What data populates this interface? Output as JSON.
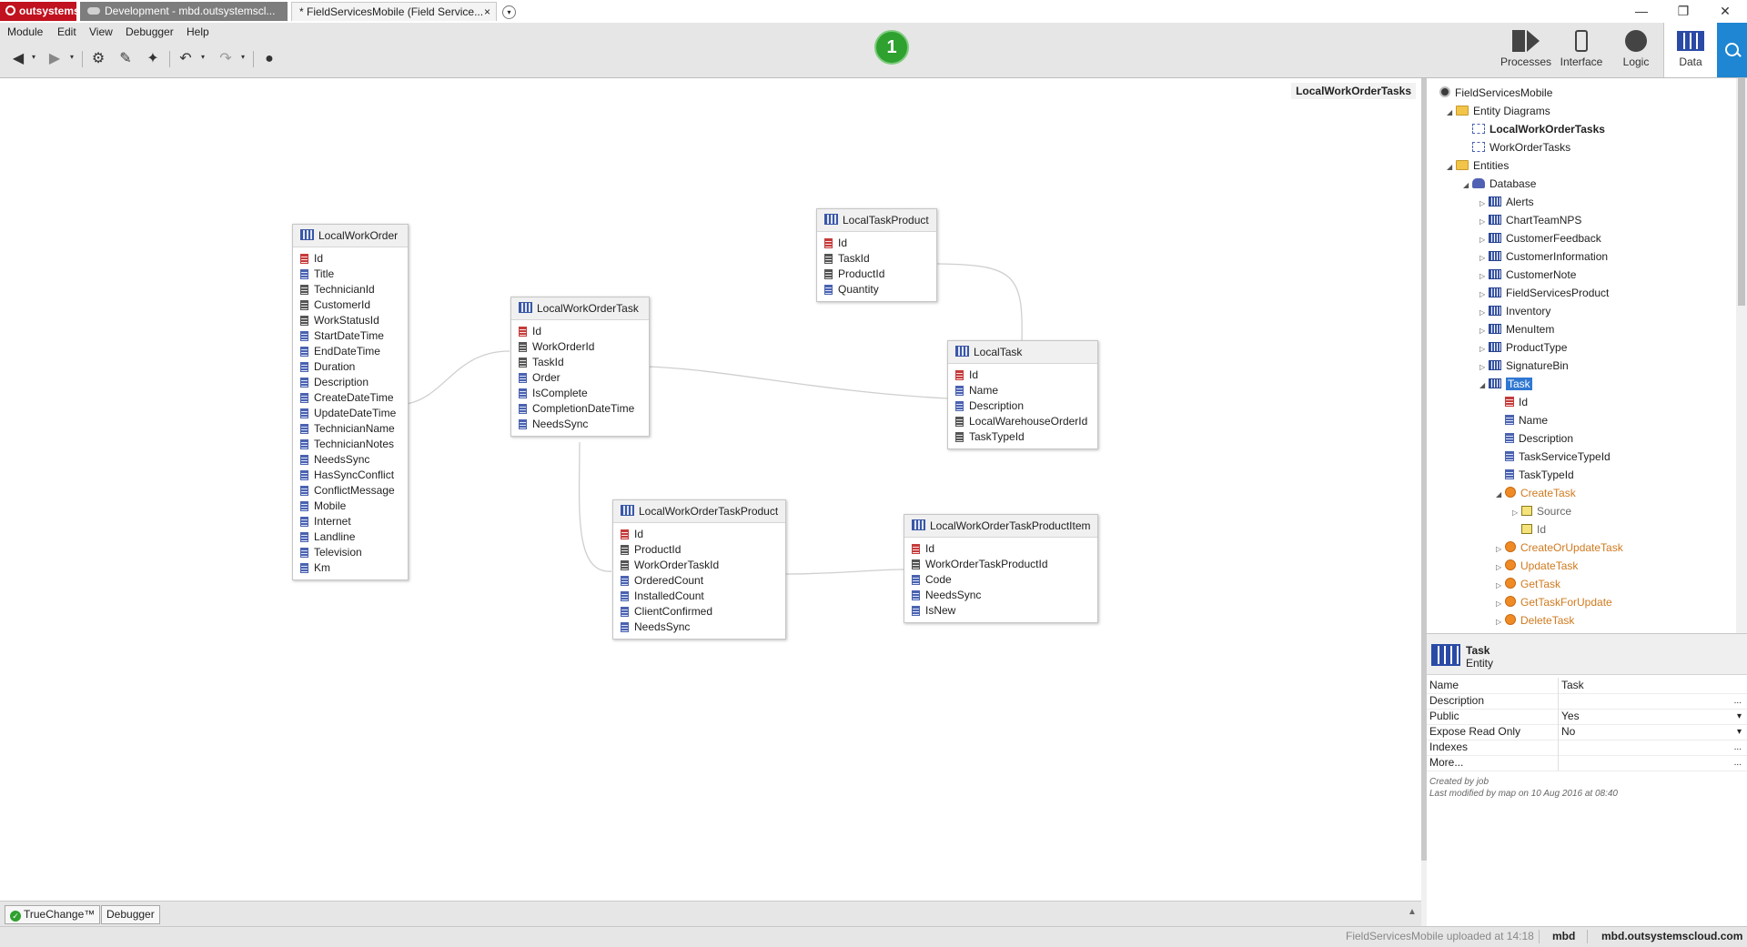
{
  "tabs": [
    {
      "label": "outsystems"
    },
    {
      "label": "Development - mbd.outsystemscl..."
    },
    {
      "label": "* FieldServicesMobile (Field Service...",
      "close": "×"
    }
  ],
  "window_controls": {
    "minimize": "—",
    "restore": "❐",
    "close": "✕"
  },
  "menu": [
    "Module",
    "Edit",
    "View",
    "Debugger",
    "Help"
  ],
  "publish": {
    "count": "1"
  },
  "modules": [
    {
      "label": "Processes"
    },
    {
      "label": "Interface"
    },
    {
      "label": "Logic"
    },
    {
      "label": "Data",
      "active": true
    }
  ],
  "canvas": {
    "title": "LocalWorkOrderTasks"
  },
  "entities": [
    {
      "name": "LocalWorkOrder",
      "attrs": [
        {
          "n": "Id",
          "t": "key"
        },
        {
          "n": "Title",
          "t": "attr"
        },
        {
          "n": "TechnicianId",
          "t": "fk"
        },
        {
          "n": "CustomerId",
          "t": "fk"
        },
        {
          "n": "WorkStatusId",
          "t": "fk"
        },
        {
          "n": "StartDateTime",
          "t": "attr"
        },
        {
          "n": "EndDateTime",
          "t": "attr"
        },
        {
          "n": "Duration",
          "t": "attr"
        },
        {
          "n": "Description",
          "t": "attr"
        },
        {
          "n": "CreateDateTime",
          "t": "attr"
        },
        {
          "n": "UpdateDateTime",
          "t": "attr"
        },
        {
          "n": "TechnicianName",
          "t": "attr"
        },
        {
          "n": "TechnicianNotes",
          "t": "attr"
        },
        {
          "n": "NeedsSync",
          "t": "attr"
        },
        {
          "n": "HasSyncConflict",
          "t": "attr"
        },
        {
          "n": "ConflictMessage",
          "t": "attr"
        },
        {
          "n": "Mobile",
          "t": "attr"
        },
        {
          "n": "Internet",
          "t": "attr"
        },
        {
          "n": "Landline",
          "t": "attr"
        },
        {
          "n": "Television",
          "t": "attr"
        },
        {
          "n": "Km",
          "t": "attr"
        }
      ]
    },
    {
      "name": "LocalWorkOrderTask",
      "attrs": [
        {
          "n": "Id",
          "t": "key"
        },
        {
          "n": "WorkOrderId",
          "t": "fk"
        },
        {
          "n": "TaskId",
          "t": "fk"
        },
        {
          "n": "Order",
          "t": "attr"
        },
        {
          "n": "IsComplete",
          "t": "attr"
        },
        {
          "n": "CompletionDateTime",
          "t": "attr"
        },
        {
          "n": "NeedsSync",
          "t": "attr"
        }
      ]
    },
    {
      "name": "LocalTaskProduct",
      "attrs": [
        {
          "n": "Id",
          "t": "key"
        },
        {
          "n": "TaskId",
          "t": "fk"
        },
        {
          "n": "ProductId",
          "t": "fk"
        },
        {
          "n": "Quantity",
          "t": "attr"
        }
      ]
    },
    {
      "name": "LocalTask",
      "attrs": [
        {
          "n": "Id",
          "t": "key"
        },
        {
          "n": "Name",
          "t": "attr"
        },
        {
          "n": "Description",
          "t": "attr"
        },
        {
          "n": "LocalWarehouseOrderId",
          "t": "fk"
        },
        {
          "n": "TaskTypeId",
          "t": "fk"
        }
      ]
    },
    {
      "name": "LocalWorkOrderTaskProduct",
      "attrs": [
        {
          "n": "Id",
          "t": "key"
        },
        {
          "n": "ProductId",
          "t": "fk"
        },
        {
          "n": "WorkOrderTaskId",
          "t": "fk"
        },
        {
          "n": "OrderedCount",
          "t": "attr"
        },
        {
          "n": "InstalledCount",
          "t": "attr"
        },
        {
          "n": "ClientConfirmed",
          "t": "attr"
        },
        {
          "n": "NeedsSync",
          "t": "attr"
        }
      ]
    },
    {
      "name": "LocalWorkOrderTaskProductItem",
      "attrs": [
        {
          "n": "Id",
          "t": "key"
        },
        {
          "n": "WorkOrderTaskProductId",
          "t": "fk"
        },
        {
          "n": "Code",
          "t": "attr"
        },
        {
          "n": "NeedsSync",
          "t": "attr"
        },
        {
          "n": "IsNew",
          "t": "attr"
        }
      ]
    }
  ],
  "tree": [
    {
      "label": "FieldServicesMobile",
      "icon": "module",
      "arrow": ""
    },
    {
      "label": "Entity Diagrams",
      "icon": "folder",
      "arrow": "◢"
    },
    {
      "label": "LocalWorkOrderTasks",
      "icon": "diagram",
      "arrow": "",
      "bold": true
    },
    {
      "label": "WorkOrderTasks",
      "icon": "diagram",
      "arrow": ""
    },
    {
      "label": "Entities",
      "icon": "folder",
      "arrow": "◢"
    },
    {
      "label": "Database",
      "icon": "db",
      "arrow": "◢"
    },
    {
      "label": "Alerts",
      "icon": "table",
      "arrow": "▷"
    },
    {
      "label": "ChartTeamNPS",
      "icon": "table",
      "arrow": "▷"
    },
    {
      "label": "CustomerFeedback",
      "icon": "table",
      "arrow": "▷"
    },
    {
      "label": "CustomerInformation",
      "icon": "table",
      "arrow": "▷"
    },
    {
      "label": "CustomerNote",
      "icon": "table",
      "arrow": "▷"
    },
    {
      "label": "FieldServicesProduct",
      "icon": "table",
      "arrow": "▷"
    },
    {
      "label": "Inventory",
      "icon": "table",
      "arrow": "▷"
    },
    {
      "label": "MenuItem",
      "icon": "table",
      "arrow": "▷"
    },
    {
      "label": "ProductType",
      "icon": "table",
      "arrow": "▷"
    },
    {
      "label": "SignatureBin",
      "icon": "table",
      "arrow": "▷"
    },
    {
      "label": "Task",
      "icon": "table",
      "arrow": "◢",
      "selected": true
    },
    {
      "label": "Id",
      "icon": "attrkey",
      "arrow": ""
    },
    {
      "label": "Name",
      "icon": "attr",
      "arrow": ""
    },
    {
      "label": "Description",
      "icon": "attr",
      "arrow": ""
    },
    {
      "label": "TaskServiceTypeId",
      "icon": "attr",
      "arrow": ""
    },
    {
      "label": "TaskTypeId",
      "icon": "attr",
      "arrow": ""
    },
    {
      "label": "CreateTask",
      "icon": "action",
      "arrow": "◢",
      "orange": true
    },
    {
      "label": "Source",
      "icon": "param",
      "arrow": "▷",
      "muted": true
    },
    {
      "label": "Id",
      "icon": "param",
      "arrow": "",
      "muted": true
    },
    {
      "label": "CreateOrUpdateTask",
      "icon": "action",
      "arrow": "▷",
      "orange": true
    },
    {
      "label": "UpdateTask",
      "icon": "action",
      "arrow": "▷",
      "orange": true
    },
    {
      "label": "GetTask",
      "icon": "action",
      "arrow": "▷",
      "orange": true
    },
    {
      "label": "GetTaskForUpdate",
      "icon": "action",
      "arrow": "▷",
      "orange": true
    },
    {
      "label": "DeleteTask",
      "icon": "action",
      "arrow": "▷",
      "orange": true
    }
  ],
  "properties": {
    "title": "Task",
    "subtitle": "Entity",
    "rows": [
      {
        "k": "Name",
        "v": "Task",
        "btn": ""
      },
      {
        "k": "Description",
        "v": "",
        "btn": "..."
      },
      {
        "k": "Public",
        "v": "Yes",
        "btn": "▾"
      },
      {
        "k": "Expose Read Only",
        "v": "No",
        "btn": "▾"
      },
      {
        "k": "Indexes",
        "v": "",
        "btn": "..."
      },
      {
        "k": "More...",
        "v": "",
        "btn": "..."
      }
    ],
    "created": "Created by job",
    "modified": "Last modified by map on 10 Aug 2016 at 08:40"
  },
  "bottom_tabs": [
    {
      "label": "TrueChange™"
    },
    {
      "label": "Debugger"
    }
  ],
  "status": {
    "upload": "FieldServicesMobile uploaded at 14:18",
    "user": "mbd",
    "server": "mbd.outsystemscloud.com"
  },
  "colors": {
    "accent": "#1e86d2",
    "publish": "#2ea12e",
    "selection": "#2f78d1"
  }
}
